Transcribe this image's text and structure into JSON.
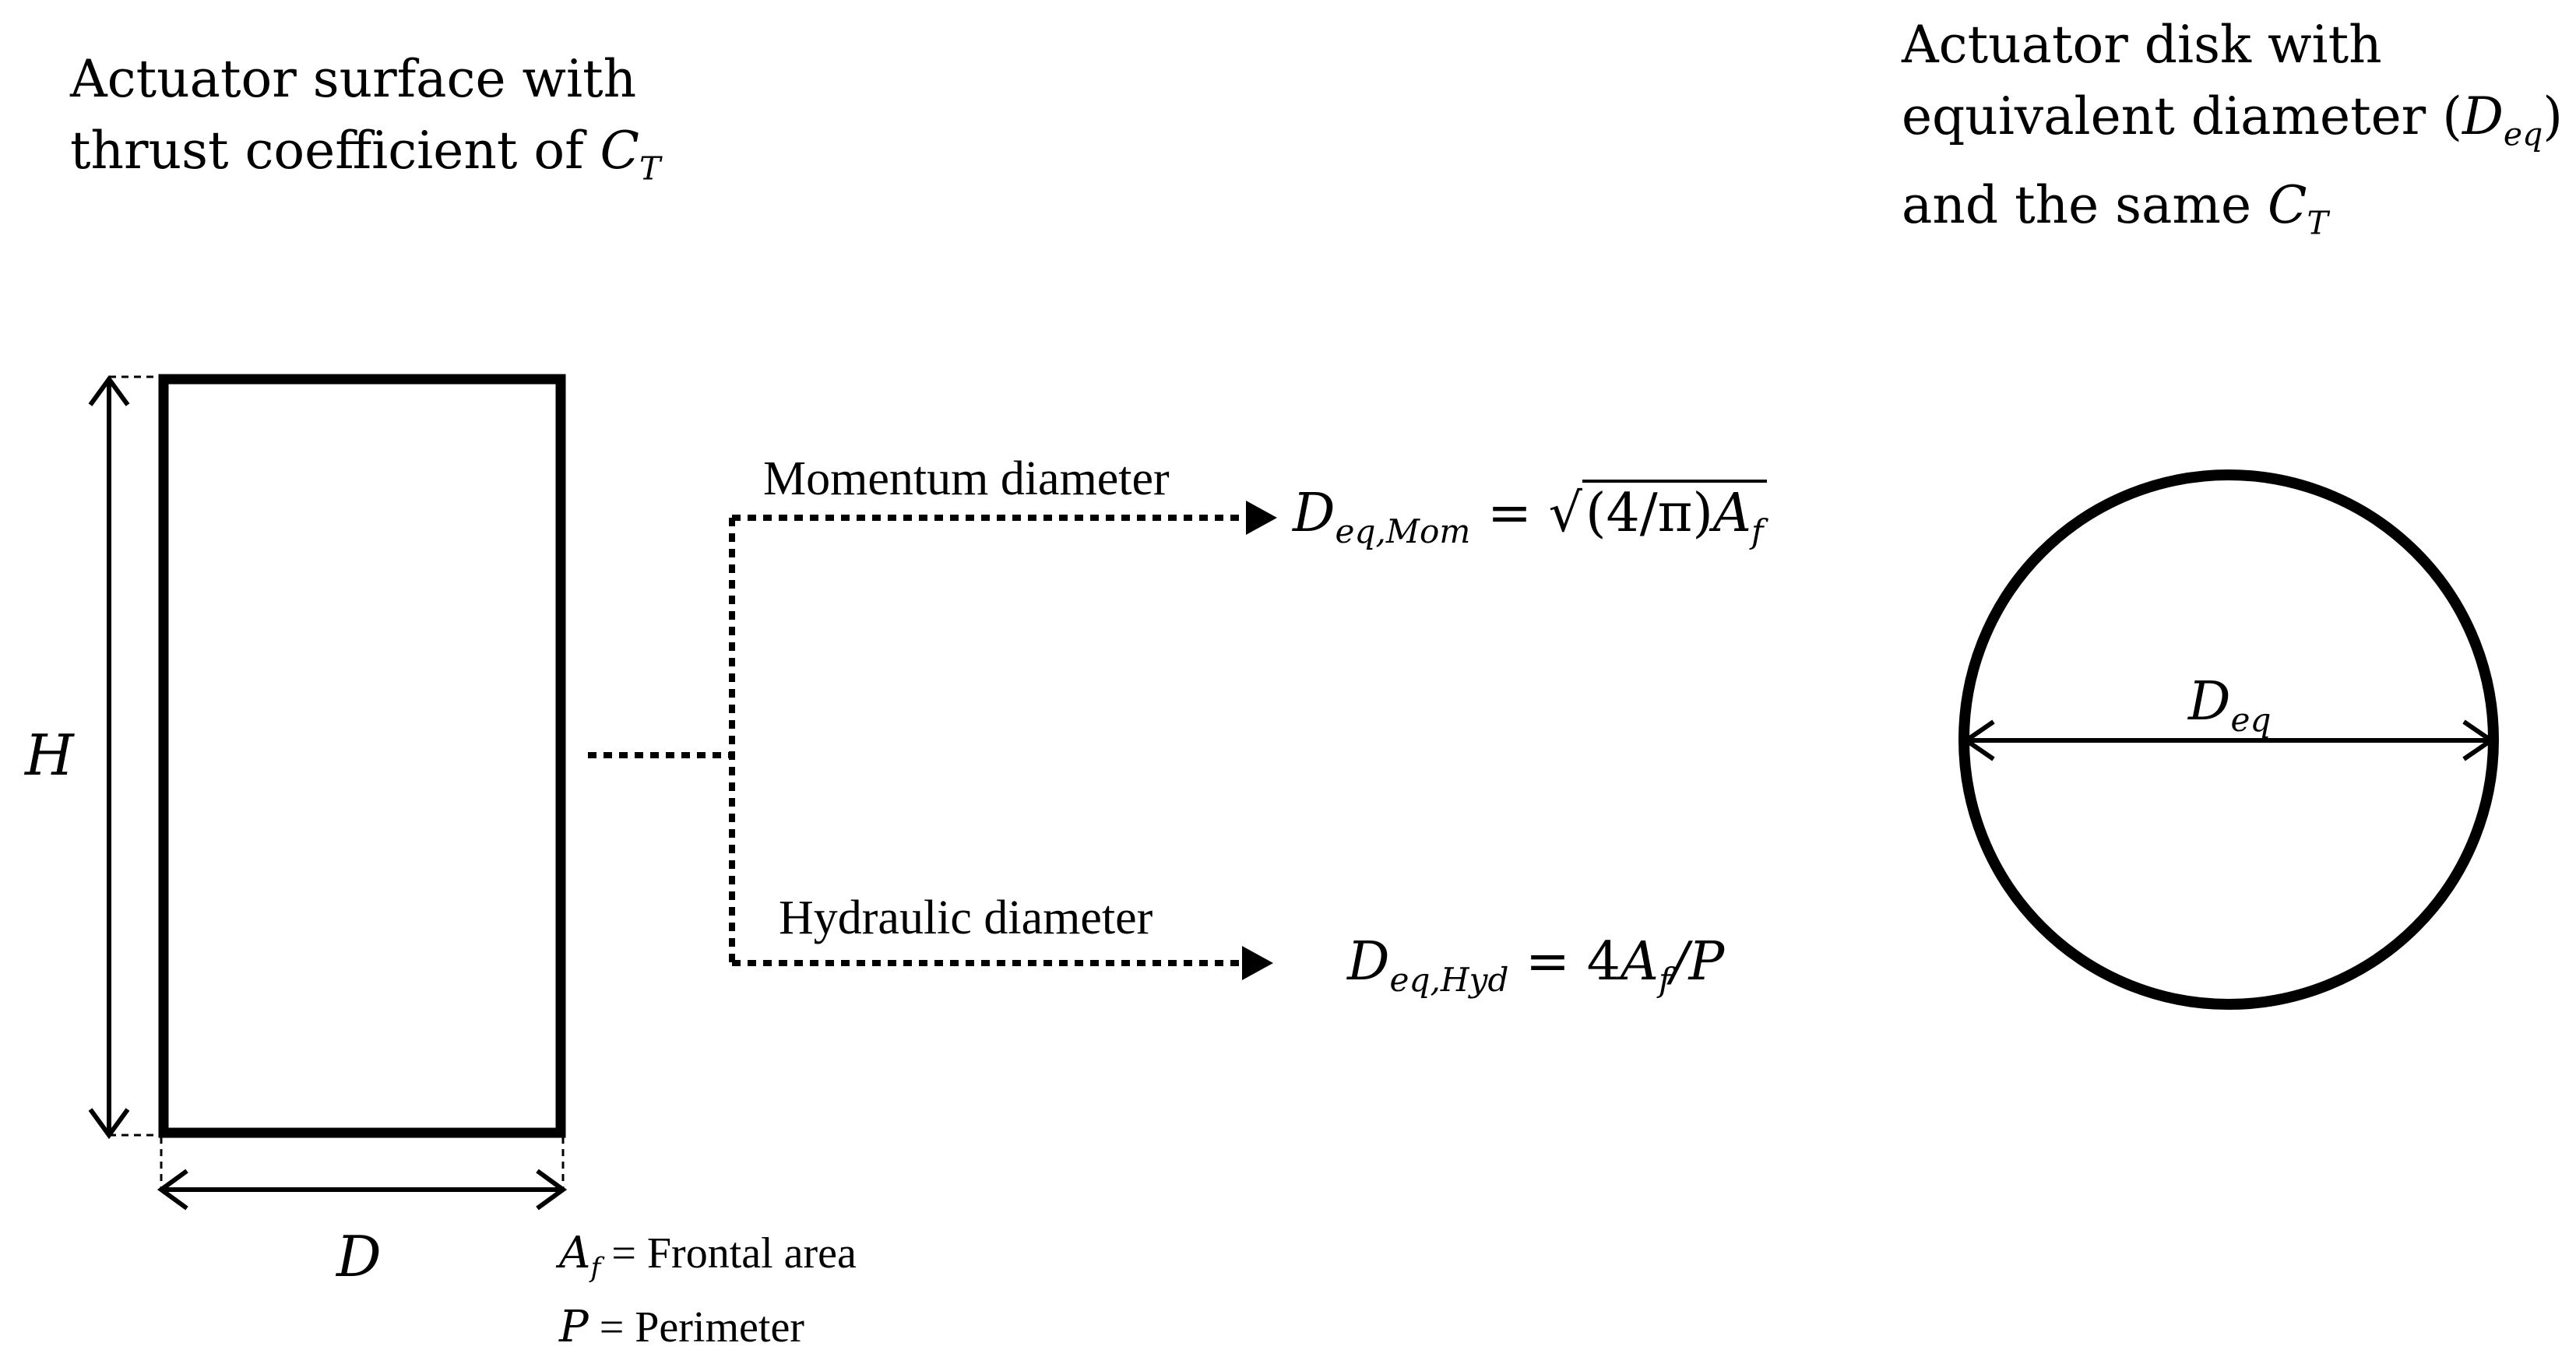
{
  "left_panel": {
    "title_line1": "Actuator surface with",
    "title_line2_prefix": "thrust coefficient of ",
    "title_ct_symbol": "C",
    "title_ct_sub": "T",
    "height_label": "H",
    "width_label": "D"
  },
  "right_panel": {
    "title_line1": "Actuator disk with",
    "title_line2_prefix": "equivalent diameter (",
    "title_line2_symbol": "D",
    "title_line2_sub": "eq",
    "title_line2_suffix": ")",
    "title_line3_prefix": "and the same ",
    "title_line3_symbol": "C",
    "title_line3_sub": "T",
    "diameter_symbol": "D",
    "diameter_sub": "eq"
  },
  "branches": {
    "momentum": {
      "label": "Momentum diameter",
      "formula_symbol": "D",
      "formula_sub": "eq,Mom",
      "formula_equals": " = ",
      "formula_sqrt_content": "(4/π)",
      "formula_area_symbol": "A",
      "formula_area_sub": "f"
    },
    "hydraulic": {
      "label": "Hydraulic diameter",
      "formula_symbol": "D",
      "formula_sub": "eq,Hyd",
      "formula_equals": " = 4",
      "formula_area_symbol": "A",
      "formula_area_sub": "f",
      "formula_tail": "/P"
    }
  },
  "legend": {
    "area_symbol": "A",
    "area_sub": "f",
    "area_text": " = Frontal area",
    "perimeter_symbol": "P",
    "perimeter_text": " = Perimeter"
  }
}
